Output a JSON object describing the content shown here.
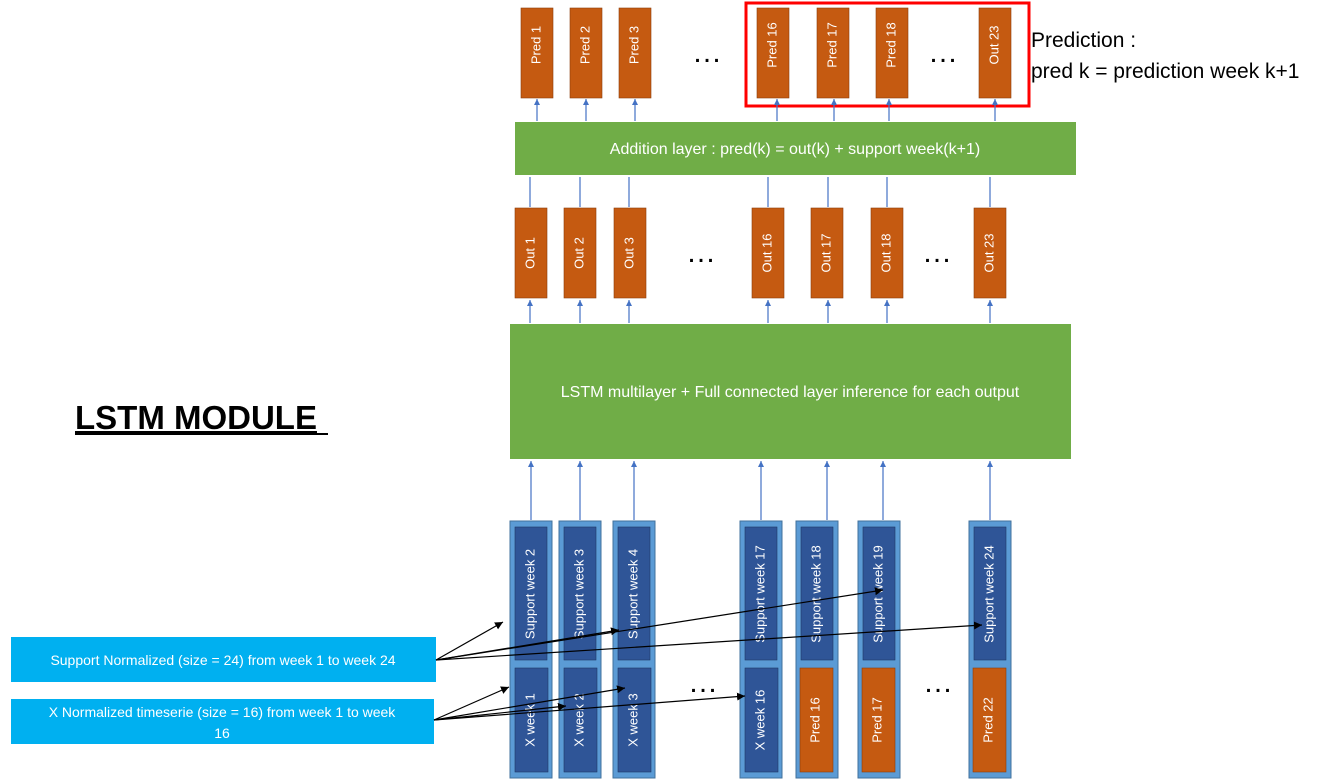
{
  "title": "LSTM MODULE",
  "prediction_note": {
    "line1": "Prediction :",
    "line2": "pred k = prediction week k+1"
  },
  "addition_layer": {
    "label": "Addition layer : pred(k) = out(k) + support week(k+1)"
  },
  "lstm_layer": {
    "label": "LSTM multilayer + Full connected layer inference for each output"
  },
  "ellipsis": "…",
  "pred_outputs": [
    "Pred 1",
    "Pred 2",
    "Pred 3",
    "Pred 16",
    "Pred 17",
    "Pred 18",
    "Out 23"
  ],
  "lstm_outputs": [
    "Out 1",
    "Out 2",
    "Out 3",
    "Out 16",
    "Out 17",
    "Out 18",
    "Out 23"
  ],
  "input_columns": [
    {
      "top": "Support week 2",
      "bottom": "X week 1"
    },
    {
      "top": "Support week 3",
      "bottom": "X week 2"
    },
    {
      "top": "Support week 4",
      "bottom": "X week 3"
    },
    {
      "top": "Support week 17",
      "bottom": "X week 16"
    },
    {
      "top": "Support week 18",
      "bottom": "Pred 16"
    },
    {
      "top": "Support week 19",
      "bottom": "Pred 17"
    },
    {
      "top": "Support week 24",
      "bottom": "Pred 22"
    }
  ],
  "support_source": {
    "label": "Support Normalized (size = 24) from week 1 to week 24"
  },
  "x_source": {
    "label_line1": "X Normalized timeserie (size = 16) from week 1 to week",
    "label_line2": "16"
  },
  "colors": {
    "orange": "#C55A11",
    "green": "#70AD47",
    "blue_dark": "#2F5597",
    "blue_mid": "#4472C4",
    "blue_outer": "#5B9BD5",
    "cyan": "#00B0F0",
    "arrow": "#4472C4",
    "highlight": "#FF0000"
  }
}
